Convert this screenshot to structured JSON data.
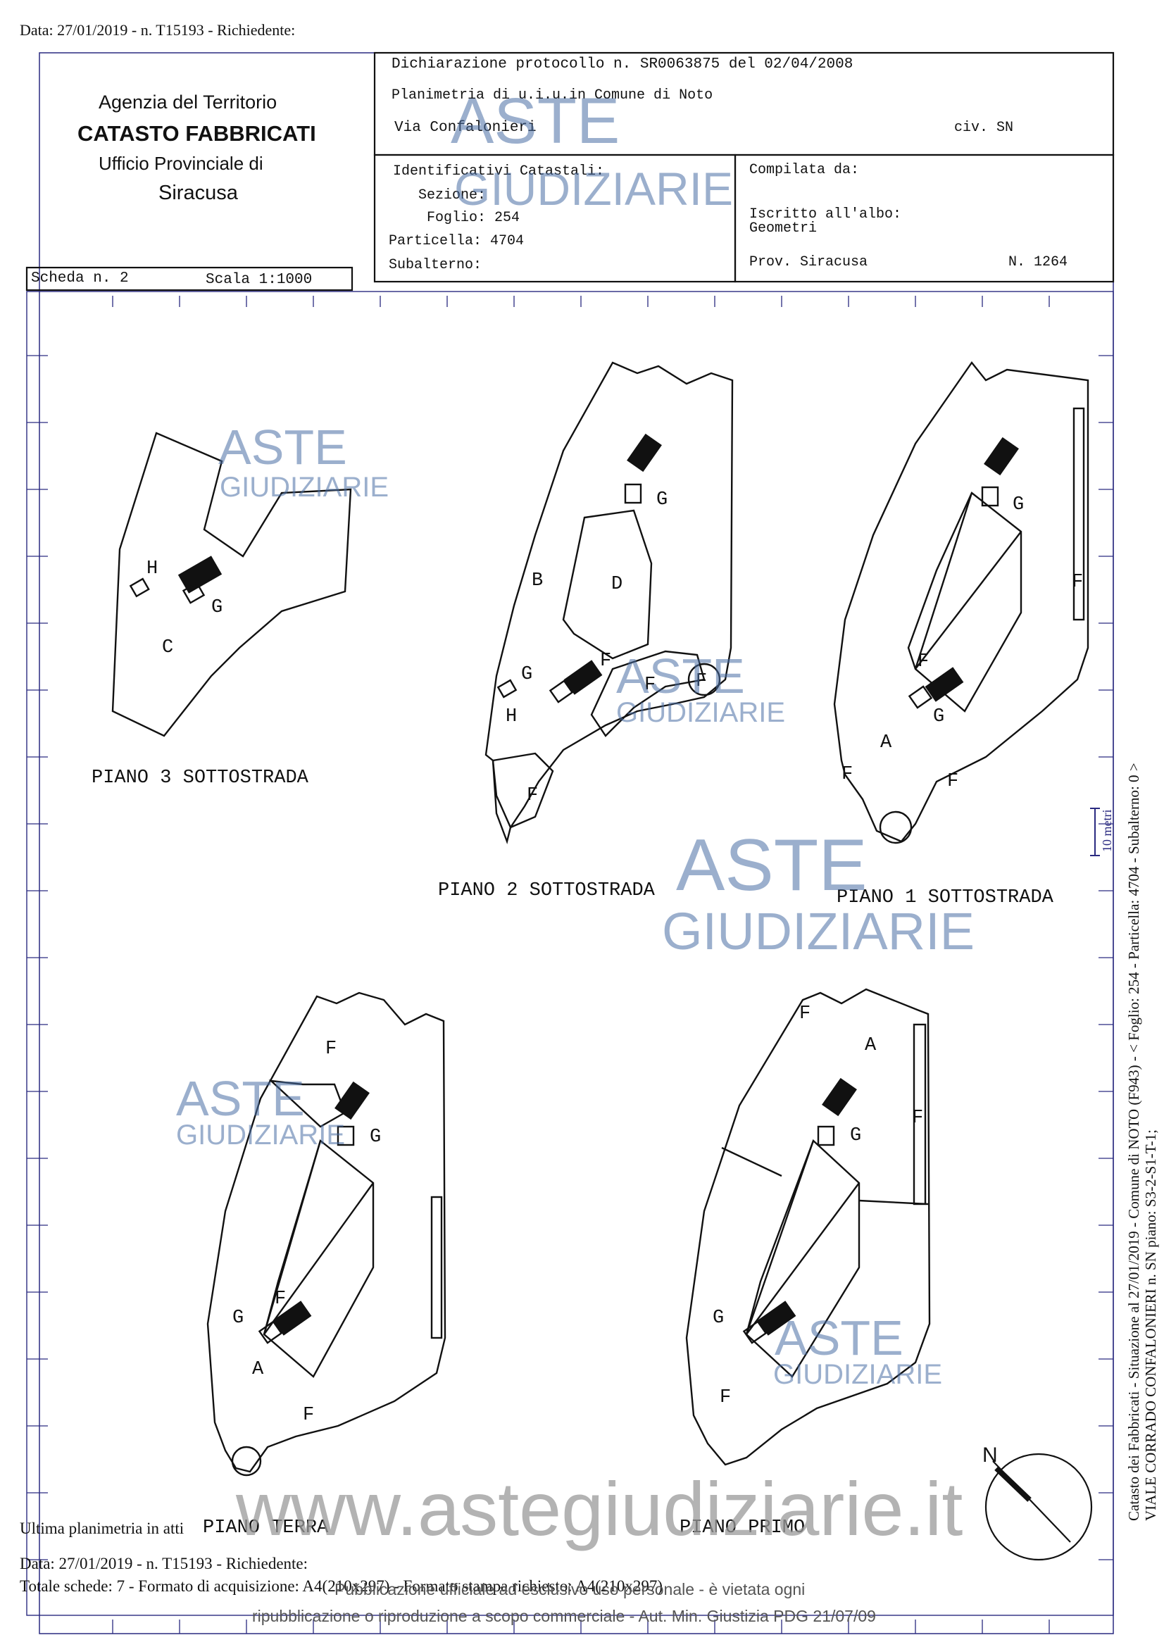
{
  "top_header": "Data: 27/01/2019 - n. T15193 - Richiedente:",
  "office": {
    "agency": "Agenzia del Territorio",
    "catasto": "CATASTO FABBRICATI",
    "ufficio": "Ufficio Provinciale di",
    "city": "Siracusa"
  },
  "scheda": {
    "scheda": "Scheda n. 2",
    "scala": "Scala 1:1000"
  },
  "declaration": {
    "line1": "Dichiarazione protocollo n. SR0063875 del  02/04/2008",
    "line2": "Planimetria di u.i.u.in Comune di Noto",
    "via": "Via Confalonieri",
    "civ": "civ. SN"
  },
  "identificativi": {
    "title": "Identificativi Catastali:",
    "sezione": "Sezione:",
    "foglio": "Foglio: 254",
    "particella": "Particella: 4704",
    "subalterno": "Subalterno:"
  },
  "compilata": {
    "title": "Compilata da:",
    "iscritto": "Iscritto all'albo:",
    "geometri": "Geometri",
    "prov": "Prov. Siracusa",
    "numero": "N.  1264"
  },
  "floors": {
    "p3": "PIANO 3 SOTTOSTRADA",
    "p2": "PIANO 2 SOTTOSTRADA",
    "p1": "PIANO 1 SOTTOSTRADA",
    "terra": "PIANO TERRA",
    "primo": "PIANO PRIMO"
  },
  "room_letters": {
    "a": "A",
    "b": "B",
    "c": "C",
    "d": "D",
    "f": "F",
    "g": "G",
    "h": "H"
  },
  "north": "N",
  "side_text": {
    "line1": "Catasto dei Fabbricati - Situazione al 27/01/2019 - Comune di NOTO (F943) - < Foglio: 254 - Particella: 4704 - Subalterno: 0 >",
    "line2": "VIALE CORRADO CONFALONIERI n. SN piano: S3-2-S1-T-1;",
    "scale_mark": "10 metri"
  },
  "footer": {
    "ultima": "Ultima planimetria in atti",
    "data": "Data: 27/01/2019 - n. T15193 - Richiedente:",
    "totale": "Totale schede: 7 - Formato di acquisizione: A4(210x297) - Formato stampa richiesto: A4(210x297)",
    "pubblicazione": "Pubblicazione ufficiale ad esclusivo uso personale - è vietata ogni",
    "ripubblicazione": "ripubblicazione o riproduzione a scopo commerciale - Aut. Min. Giustizia PDG 21/07/09"
  },
  "watermark": {
    "aste": "ASTE",
    "giudiziarie": "GIUDIZIARIE",
    "site": "www.astegiudiziarie.it"
  },
  "colors": {
    "ink": "#111111",
    "watermark": "#4a6fa5",
    "frame": "#2a2a80"
  }
}
